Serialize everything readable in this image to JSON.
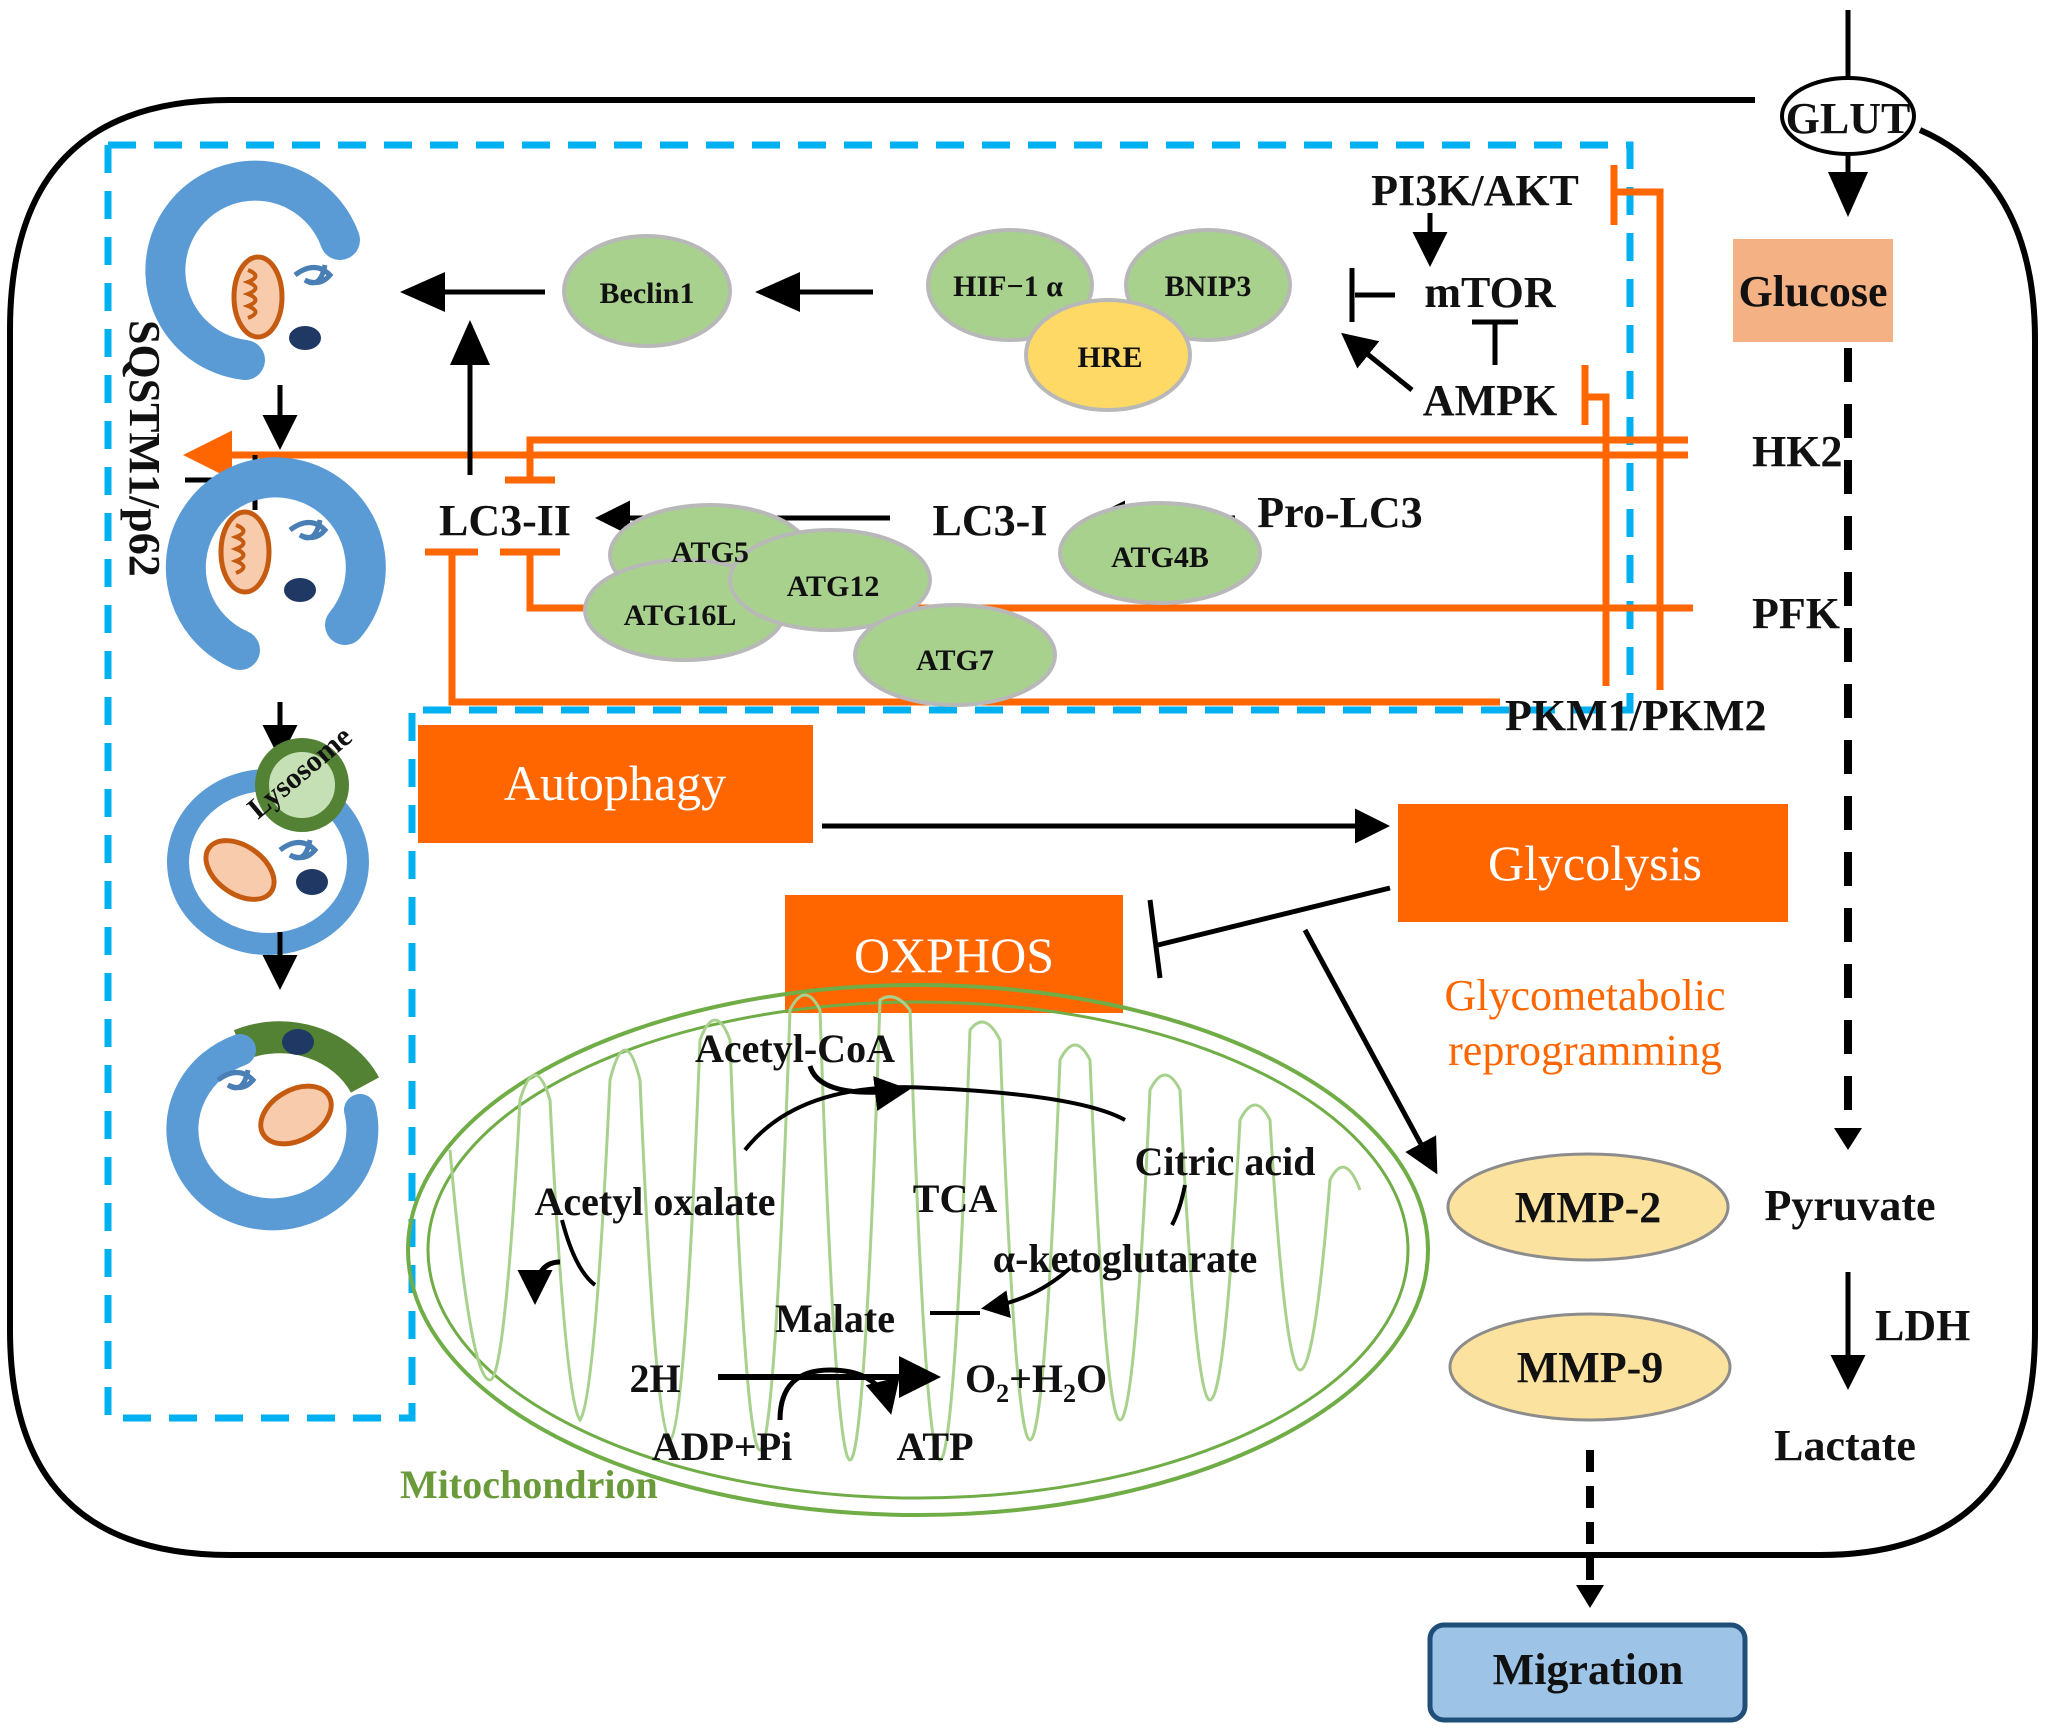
{
  "figure": {
    "membrane": {
      "transporter": "GLUT"
    },
    "right_pathway": {
      "glucose": "Glucose",
      "enzymes": [
        "HK2",
        "PFK",
        "PKM1/PKM2"
      ],
      "pyruvate": "Pyruvate",
      "ldh": "LDH",
      "lactate": "Lactate"
    },
    "signaling": {
      "pi3k_akt": "PI3K/AKT",
      "mtor": "mTOR",
      "ampk": "AMPK"
    },
    "autophagy_nodes": {
      "beclin1": "Beclin1",
      "hif1a": "HIF−1 α",
      "bnip3": "BNIP3",
      "hre": "HRE",
      "lc3_ii": "LC3-II",
      "lc3_i": "LC3-I",
      "pro_lc3": "Pro-LC3",
      "atg5": "ATG5",
      "atg12": "ATG12",
      "atg16l": "ATG16L",
      "atg7": "ATG7",
      "atg4b": "ATG4B",
      "sqstm1": "SQSTM1/p62",
      "lysosome": "Lysosome"
    },
    "process_boxes": {
      "autophagy": "Autophagy",
      "glycolysis": "Glycolysis",
      "oxphos": "OXPHOS",
      "glyco_reprog_line1": "Glycometabolic",
      "glyco_reprog_line2": "reprogramming"
    },
    "tca": {
      "acetyl_coa": "Acetyl-CoA",
      "citric_acid": "Citric acid",
      "acetyl_oxalate": "Acetyl oxalate",
      "tca": "TCA",
      "akg": "α-ketoglutarate",
      "malate": "Malate",
      "h2": "2H",
      "o2h2o_a": "O",
      "o2h2o_sub1": "2",
      "o2h2o_b": "+H",
      "o2h2o_sub2": "2",
      "o2h2o_c": "O",
      "adp": "ADP+Pi",
      "atp": "ATP"
    },
    "mitochondrion_label": "Mitochondrion",
    "mmp2": "MMP-2",
    "mmp9": "MMP-9",
    "migration": "Migration"
  },
  "colors": {
    "orange": "#ff6600",
    "blue_dash": "#00b0f0",
    "autophagosome_blue": "#5b9bd5",
    "green_node": "#a9d18e",
    "yellow_node": "#ffd966",
    "glucose_box": "#f4b183",
    "migration_box": "#9dc3e6",
    "mito_green": "#70ad47"
  }
}
